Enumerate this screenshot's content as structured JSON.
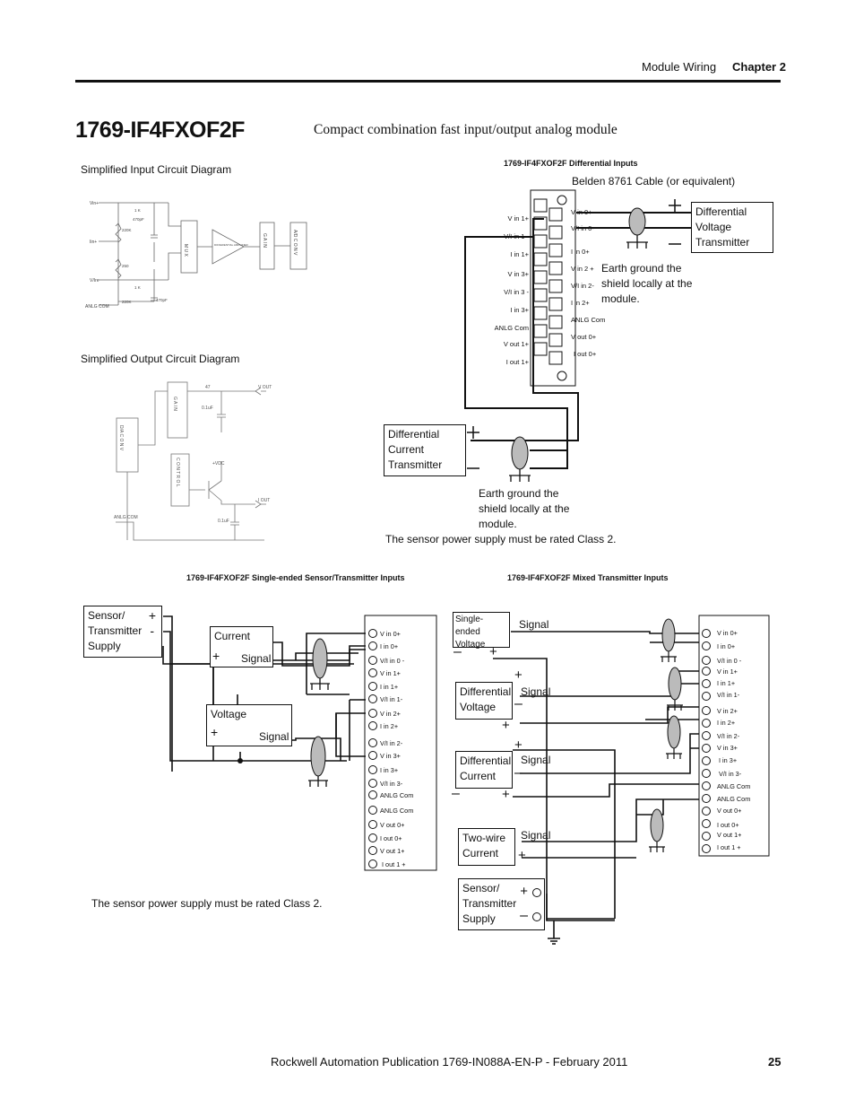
{
  "header": {
    "section": "Module Wiring",
    "chapter": "Chapter 2"
  },
  "title": "1769-IF4FXOF2F",
  "subtitle": "Compact combination fast input/output analog module",
  "captions": {
    "simplified_input": "Simplified Input Circuit Diagram",
    "simplified_output": "Simplified Output Circuit Diagram",
    "differential_inputs": "1769-IF4FXOF2F Differential Inputs",
    "single_ended": "1769-IF4FXOF2F Single-ended Sensor/Transmitter Inputs",
    "mixed": "1769-IF4FXOF2F Mixed Transmitter Inputs"
  },
  "diff_fig": {
    "cable": "Belden 8761 Cable (or equivalent)",
    "voltage_tx": "Differential Voltage Transmitter",
    "current_tx": "Differential Current Transmitter",
    "ground_note_1": "Earth ground the shield locally at the module.",
    "ground_note_2": "Earth ground the shield locally at the module.",
    "class2": "The sensor power supply must be rated Class 2.",
    "left_terms": [
      "V in 1+",
      "V/I in 1 -",
      "I in 1+",
      "V in 3+",
      "V/I in 3 -",
      "I in 3+",
      "ANLG Com",
      "V out 1+",
      "I out 1+"
    ],
    "right_terms": [
      "V in 0+",
      "V/I in 0-",
      "I in 0+",
      "V in 2 +",
      "V/I in 2-",
      "I in 2+",
      "ANLG Com",
      "V out 0+",
      "I out 0+"
    ]
  },
  "input_circuit": {
    "vin": "Vin+",
    "iin": "Iin+",
    "vi": "V/Ire",
    "anlg": "ANLG COM",
    "mux": "M U X",
    "gain": "G A I N",
    "ad": "A/D C O N V",
    "amp": "DIFFERENTIAL AMPLIFIER",
    "r1": "1 K",
    "r2": "220K",
    "r3": "250",
    "r4": "1 K",
    "r5": "220K",
    "c1": "470pF",
    "c2": "470pF"
  },
  "output_circuit": {
    "gain": "G A I N",
    "da": "D/A C O N V",
    "control": "C O N T R O L",
    "r": "47",
    "c1": "0.1uF",
    "c2": "0.1uF",
    "vdc": "+VDC",
    "vout": "V OUT",
    "iout": "I OUT",
    "anlg": "ANLG COM"
  },
  "se_fig": {
    "supply": "Sensor/ Transmitter Supply",
    "current": "Current",
    "voltage": "Voltage",
    "signal": "Signal",
    "class2": "The sensor power supply must be rated Class 2.",
    "terms": [
      "V in 0+",
      "I in 0+",
      "V/I in 0 -",
      "V in 1+",
      "I in 1+",
      "V/I in 1-",
      "V in 2+",
      "I in 2+",
      "V/I in 2-",
      "V in 3+",
      "I in 3+",
      "V/I in 3-",
      "ANLG Com",
      "ANLG Com",
      "V out 0+",
      "I out 0+",
      "V out 1+",
      "I out 1 +"
    ]
  },
  "mixed_fig": {
    "single_ended": "Single-ended Voltage",
    "diff_voltage": "Differential Voltage",
    "diff_current": "Differential Current",
    "two_wire": "Two-wire Current",
    "supply": "Sensor/ Transmitter Supply",
    "signal": "Signal",
    "terms": [
      "V in 0+",
      "I in 0+",
      "V/I in 0 -",
      "V in 1+",
      "I in 1+",
      "V/I in 1-",
      "V in 2+",
      "I in 2+",
      "V/I in 2-",
      "V in 3+",
      "I in 3+",
      "V/I in 3-",
      "ANLG Com",
      "ANLG Com",
      "V out 0+",
      "I out 0+",
      "V out 1+",
      "I out 1 +"
    ]
  },
  "footer": {
    "publication": "Rockwell Automation Publication 1769-IN088A-EN-P - February 2011",
    "page": "25"
  }
}
